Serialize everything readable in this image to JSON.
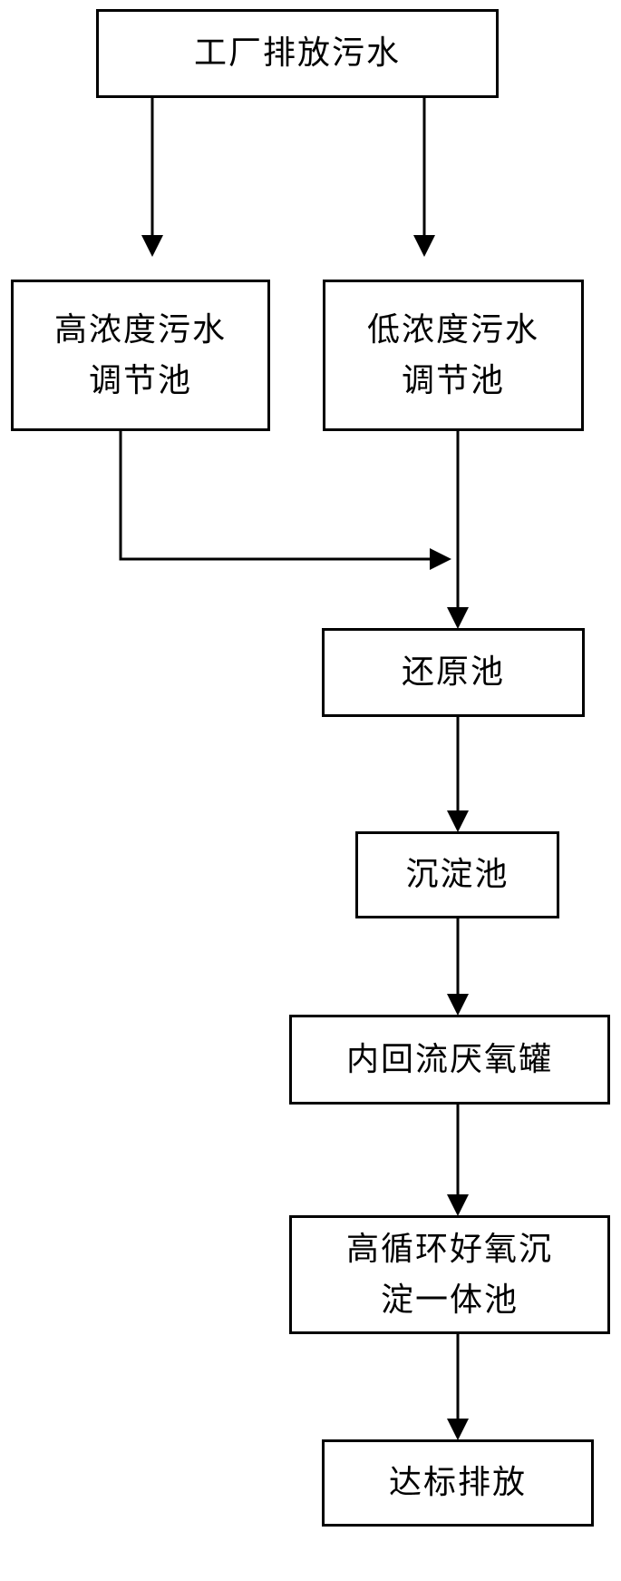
{
  "nodes": {
    "factory": {
      "lines": [
        "工厂排放污水"
      ]
    },
    "high_conc": {
      "lines": [
        "高浓度污水",
        "调节池"
      ]
    },
    "low_conc": {
      "lines": [
        "低浓度污水",
        "调节池"
      ]
    },
    "reduction": {
      "lines": [
        "还原池"
      ]
    },
    "sedimentation": {
      "lines": [
        "沉淀池"
      ]
    },
    "anaerobic": {
      "lines": [
        "内回流厌氧罐"
      ]
    },
    "aerobic": {
      "lines": [
        "高循环好氧沉",
        "淀一体池"
      ]
    },
    "discharge": {
      "lines": [
        "达标排放"
      ]
    }
  },
  "edges": [
    {
      "from": "工厂排放污水",
      "to": "高浓度污水调节池"
    },
    {
      "from": "工厂排放污水",
      "to": "低浓度污水调节池"
    },
    {
      "from": "高浓度污水调节池",
      "to": "还原池"
    },
    {
      "from": "低浓度污水调节池",
      "to": "还原池"
    },
    {
      "from": "还原池",
      "to": "沉淀池"
    },
    {
      "from": "沉淀池",
      "to": "内回流厌氧罐"
    },
    {
      "from": "内回流厌氧罐",
      "to": "高循环好氧沉淀一体池"
    },
    {
      "from": "高循环好氧沉淀一体池",
      "to": "达标排放"
    }
  ],
  "colors": {
    "stroke": "#000000",
    "background": "#ffffff"
  }
}
